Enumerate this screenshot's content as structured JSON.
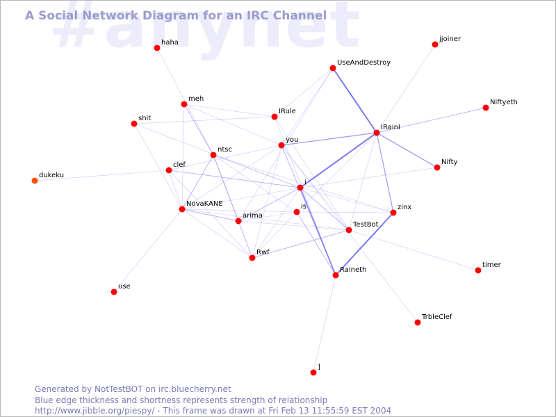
{
  "title": "A Social Network Diagram for an IRC Channel",
  "watermark": "#anynet",
  "footer": {
    "line1": "Generated by NotTestBOT on irc.bluecherry.net",
    "line2": "Blue edge thickness and shortness represents strength of relationship",
    "line3": "http://www.jibble.org/piespy/ - This frame was drawn at Fri Feb 13 11:55:59 EST 2004"
  },
  "colors": {
    "node": "#ff0000",
    "node_highlight": "#ff5000",
    "edge": "#6060ee",
    "title": "#9c9ccf",
    "watermark": "#ececfb"
  },
  "nodes": [
    {
      "id": "haha",
      "label": "haha"
    },
    {
      "id": "meh",
      "label": "meh"
    },
    {
      "id": "shit",
      "label": "shit"
    },
    {
      "id": "dukeku",
      "label": "dukeku"
    },
    {
      "id": "clef",
      "label": "clef"
    },
    {
      "id": "ntsc",
      "label": "ntsc"
    },
    {
      "id": "NovaKANE",
      "label": "NovaKANE"
    },
    {
      "id": "use",
      "label": "use"
    },
    {
      "id": "arima",
      "label": "arima"
    },
    {
      "id": "Rwf",
      "label": "Rwf"
    },
    {
      "id": "IRule",
      "label": "IRule"
    },
    {
      "id": "you",
      "label": "you"
    },
    {
      "id": "i",
      "label": "i"
    },
    {
      "id": "is",
      "label": "is"
    },
    {
      "id": "UseAndDestroy",
      "label": "UseAndDestroy"
    },
    {
      "id": "jjoiner",
      "label": "jjoiner"
    },
    {
      "id": "Niftyeth",
      "label": "Niftyeth"
    },
    {
      "id": "IRainI",
      "label": "IRainI"
    },
    {
      "id": "Nifty",
      "label": "Nifty"
    },
    {
      "id": "zinx",
      "label": "zinx"
    },
    {
      "id": "TestBot",
      "label": "TestBot"
    },
    {
      "id": "Raineth",
      "label": "Raineth"
    },
    {
      "id": "timer",
      "label": "timer"
    },
    {
      "id": "TrbleClef",
      "label": "TrbleClef"
    },
    {
      "id": "J",
      "label": "]"
    }
  ],
  "edges": [
    {
      "source": "i",
      "target": "IRainI",
      "weight": 3
    },
    {
      "source": "UseAndDestroy",
      "target": "IRainI",
      "weight": 3
    },
    {
      "source": "zinx",
      "target": "Raineth",
      "weight": 3
    },
    {
      "source": "i",
      "target": "Raineth",
      "weight": 2.5
    },
    {
      "source": "IRainI",
      "target": "zinx",
      "weight": 2
    },
    {
      "source": "IRainI",
      "target": "Nifty",
      "weight": 2
    },
    {
      "source": "you",
      "target": "IRainI",
      "weight": 2
    },
    {
      "source": "IRainI",
      "target": "Niftyeth",
      "weight": 1.5
    },
    {
      "source": "ntsc",
      "target": "Rwf",
      "weight": 1.5
    },
    {
      "source": "ntsc",
      "target": "NovaKANE",
      "weight": 1.5
    },
    {
      "source": "NovaKANE",
      "target": "arima",
      "weight": 1.5
    },
    {
      "source": "arima",
      "target": "i",
      "weight": 1.5
    },
    {
      "source": "you",
      "target": "Raineth",
      "weight": 1.5
    },
    {
      "source": "clef",
      "target": "i",
      "weight": 1.5
    },
    {
      "source": "i",
      "target": "TestBot",
      "weight": 1.5
    },
    {
      "source": "Rwf",
      "target": "TestBot",
      "weight": 1.5
    },
    {
      "source": "meh",
      "target": "ntsc",
      "weight": 1.5
    },
    {
      "source": "is",
      "target": "Raineth",
      "weight": 1.5
    },
    {
      "source": "NovaKANE",
      "target": "is",
      "weight": 1
    },
    {
      "source": "NovaKANE",
      "target": "i",
      "weight": 1
    },
    {
      "source": "NovaKANE",
      "target": "Rwf",
      "weight": 1
    },
    {
      "source": "NovaKANE",
      "target": "TestBot",
      "weight": 1
    },
    {
      "source": "NovaKANE",
      "target": "you",
      "weight": 1
    },
    {
      "source": "ntsc",
      "target": "i",
      "weight": 1
    },
    {
      "source": "ntsc",
      "target": "is",
      "weight": 1
    },
    {
      "source": "ntsc",
      "target": "zinx",
      "weight": 1
    },
    {
      "source": "ntsc",
      "target": "arima",
      "weight": 1
    },
    {
      "source": "arima",
      "target": "is",
      "weight": 1
    },
    {
      "source": "arima",
      "target": "TestBot",
      "weight": 1
    },
    {
      "source": "Rwf",
      "target": "i",
      "weight": 1
    },
    {
      "source": "Rwf",
      "target": "is",
      "weight": 1
    },
    {
      "source": "Rwf",
      "target": "you",
      "weight": 1
    },
    {
      "source": "IRule",
      "target": "UseAndDestroy",
      "weight": 1
    },
    {
      "source": "IRule",
      "target": "TestBot",
      "weight": 1
    },
    {
      "source": "IRule",
      "target": "Raineth",
      "weight": 1
    },
    {
      "source": "meh",
      "target": "IRule",
      "weight": 1
    },
    {
      "source": "meh",
      "target": "NovaKANE",
      "weight": 1
    },
    {
      "source": "meh",
      "target": "you",
      "weight": 1
    },
    {
      "source": "clef",
      "target": "you",
      "weight": 1
    },
    {
      "source": "clef",
      "target": "NovaKANE",
      "weight": 1
    },
    {
      "source": "clef",
      "target": "Rwf",
      "weight": 1
    },
    {
      "source": "i",
      "target": "zinx",
      "weight": 1
    },
    {
      "source": "i",
      "target": "Nifty",
      "weight": 1
    },
    {
      "source": "is",
      "target": "zinx",
      "weight": 1
    },
    {
      "source": "is",
      "target": "IRainI",
      "weight": 1
    },
    {
      "source": "you",
      "target": "UseAndDestroy",
      "weight": 1
    },
    {
      "source": "you",
      "target": "TestBot",
      "weight": 1
    },
    {
      "source": "you",
      "target": "TrbleClef",
      "weight": 1
    },
    {
      "source": "TestBot",
      "target": "timer",
      "weight": 1
    },
    {
      "source": "IRainI",
      "target": "TestBot",
      "weight": 1
    },
    {
      "source": "UseAndDestroy",
      "target": "arima",
      "weight": 1
    },
    {
      "source": "haha",
      "target": "ntsc",
      "weight": 1
    },
    {
      "source": "shit",
      "target": "IRule",
      "weight": 1
    },
    {
      "source": "shit",
      "target": "NovaKANE",
      "weight": 1
    },
    {
      "source": "shit",
      "target": "i",
      "weight": 1
    },
    {
      "source": "dukeku",
      "target": "clef",
      "weight": 1
    },
    {
      "source": "use",
      "target": "NovaKANE",
      "weight": 1
    },
    {
      "source": "jjoiner",
      "target": "IRainI",
      "weight": 1
    },
    {
      "source": "Raineth",
      "target": "J",
      "weight": 1
    }
  ]
}
